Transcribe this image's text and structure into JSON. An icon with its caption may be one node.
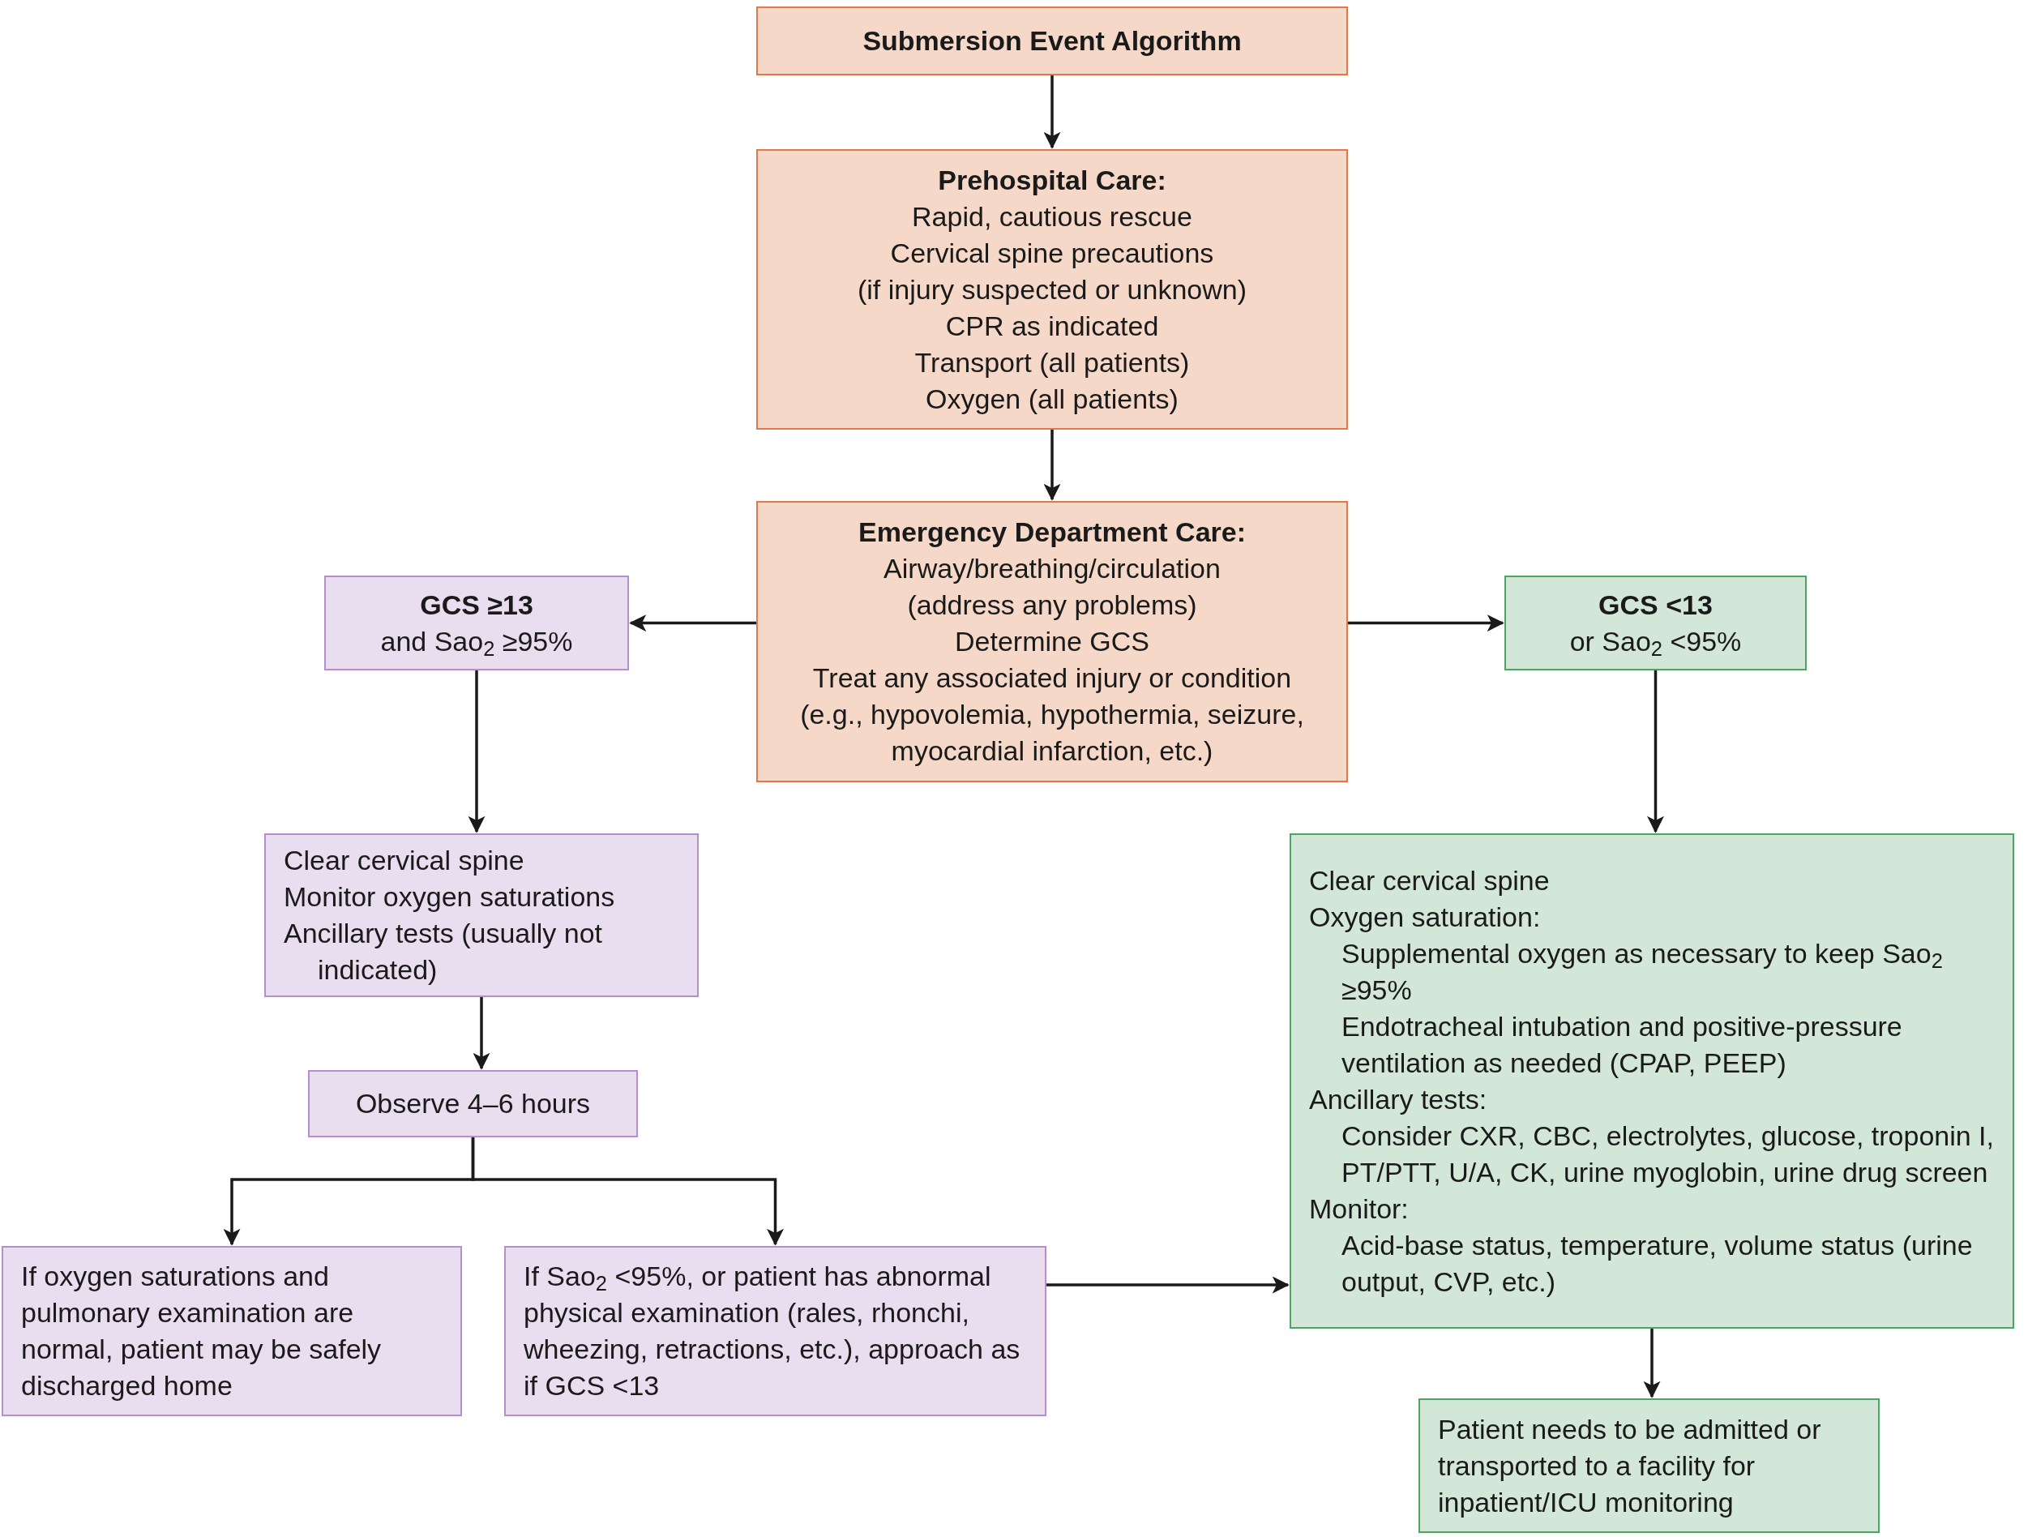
{
  "diagram": {
    "nodes": [
      {
        "text": [
          "Submersion Event Algorithm"
        ]
      },
      {
        "text": [
          "Prehospital Care:",
          "Rapid, cautious rescue",
          "Cervical spine precautions",
          "(if injury suspected or unknown)",
          "CPR as indicated",
          "Transport (all patients)",
          "Oxygen (all patients)"
        ]
      },
      {
        "text": [
          "Emergency Department Care:",
          "Airway/breathing/circulation",
          "(address any problems)",
          "Determine GCS",
          "Treat any associated injury or condition",
          "(e.g., hypovolemia, hypothermia, seizure, myocardial infarction, etc.)"
        ]
      },
      {
        "text": [
          "GCS ≥13",
          "and Sao$_{2}$ ≥95%"
        ]
      },
      {
        "text": [
          "GCS <13",
          "or Sao$_{2}$ <95%"
        ]
      },
      {
        "text": [
          "Clear cervical spine",
          "Monitor oxygen saturations",
          "Ancillary tests (usually not indicated)"
        ]
      },
      {
        "text": [
          "Observe 4–6 hours"
        ]
      },
      {
        "text": [
          "If oxygen saturations and pulmonary examination are normal, patient may be safely discharged home"
        ]
      },
      {
        "text": [
          "If Sao$_{2}$ <95%, or patient has abnormal physical examination (rales, rhonchi, wheezing, retractions, etc.), approach as if GCS <13"
        ]
      },
      {
        "text": [
          "Clear cervical spine",
          "Oxygen saturation:",
          "Supplemental oxygen as necessary to keep Sao$_{2}$ ≥95%",
          "Endotracheal intubation and positive-pressure ventilation as needed (CPAP, PEEP)",
          "Ancillary tests:",
          "Consider CXR, CBC, electrolytes, glucose, troponin I, PT/PTT, U/A, CK, urine myoglobin, urine drug screen",
          "Monitor:",
          "Acid-base status, temperature, volume status (urine output, CVP, etc.)"
        ]
      },
      {
        "text": [
          "Patient needs to be admitted or transported to a facility for inpatient/ICU monitoring"
        ]
      }
    ],
    "edges": [
      {
        "from": 0,
        "to": 1,
        "arrow": "to"
      },
      {
        "from": 1,
        "to": 2,
        "arrow": "to"
      },
      {
        "from": 2,
        "to": 3,
        "arrow": "to"
      },
      {
        "from": 2,
        "to": 4,
        "arrow": "to"
      },
      {
        "from": 3,
        "to": 5,
        "arrow": "to"
      },
      {
        "from": 4,
        "to": 9,
        "arrow": "to"
      },
      {
        "from": 5,
        "to": 6,
        "arrow": "to"
      },
      {
        "from": 6,
        "to": 7,
        "arrow": "to"
      },
      {
        "from": 6,
        "to": 8,
        "arrow": "to"
      },
      {
        "from": 8,
        "to": 9,
        "arrow": "to"
      },
      {
        "from": 9,
        "to": 10,
        "arrow": "to"
      }
    ]
  }
}
